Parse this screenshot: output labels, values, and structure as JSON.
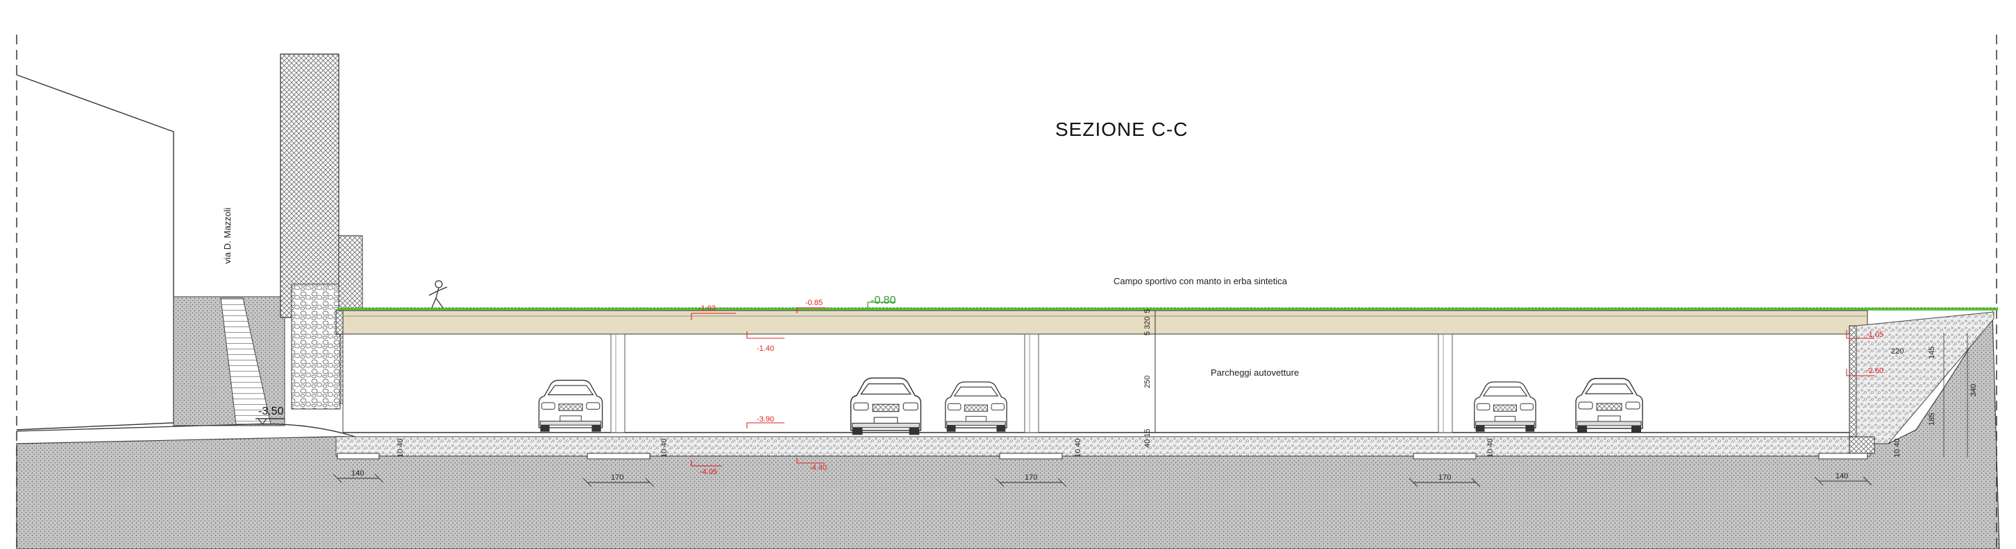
{
  "drawing": {
    "title": "SEZIONE C-C",
    "labels": {
      "street": "via D. Mazzoli",
      "field": "Campo sportivo con manto in erba sintetica",
      "parking": "Parcheggi autovetture"
    },
    "levels": {
      "street_level": "-3.50",
      "field_green": "-0.80",
      "field_red": "-0.85",
      "slab_top": "-1.03",
      "slab_bottom": "-1.40",
      "floor": "-3.90",
      "found_a": "-4.05",
      "found_b": "-4.40",
      "right_a": "-1.05",
      "right_b": "-2.60"
    },
    "dims": {
      "slab_5": "5",
      "slab_320": "5 320",
      "height_250": "250",
      "base_15": "15",
      "base_40_15": "40 15",
      "foot_1040": "10 40",
      "w_140": "140",
      "w_170": "170",
      "r_220": "220",
      "r_145": "145",
      "r_340": "340",
      "r_185": "185"
    },
    "colors": {
      "grass": "#5fbf3a",
      "slab": "#e6ddc2",
      "soil_pattern": "#8a8a8a",
      "level_red": "#dd2222",
      "level_green": "#2a9d2a"
    }
  }
}
